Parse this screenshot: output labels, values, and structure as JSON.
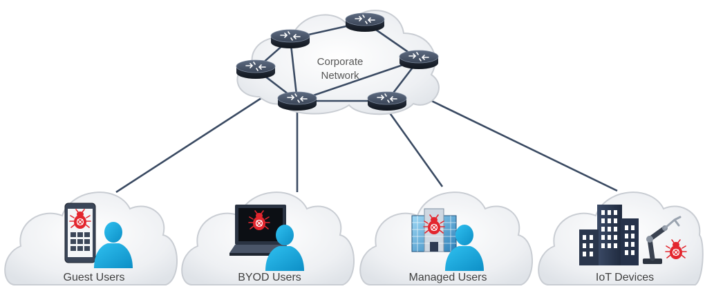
{
  "core": {
    "label_line1": "Corporate",
    "label_line2": "Network"
  },
  "segments": [
    {
      "label": "Guest Users",
      "threat_icon": "bug-icon",
      "device_icon": "smartphone-icon",
      "user_icon": "user-silhouette-icon"
    },
    {
      "label": "BYOD Users",
      "threat_icon": "biohazard-bug-icon",
      "device_icon": "laptop-icon",
      "user_icon": "user-silhouette-icon"
    },
    {
      "label": "Managed Users",
      "threat_icon": "bug-icon",
      "device_icon": "office-building-icon",
      "user_icon": "user-silhouette-icon"
    },
    {
      "label": "IoT Devices",
      "threat_icon": "bug-icon",
      "device_icon": "factory-building-icon",
      "extra_icon": "robot-arm-icon"
    }
  ],
  "colors": {
    "cloud_fill": "#eef0f3",
    "cloud_stroke": "#c9cdd3",
    "link": "#3a4a62",
    "router": "#2e3848",
    "user": "#16a9e1",
    "threat": "#e3262e",
    "building": "#2d3a52"
  }
}
